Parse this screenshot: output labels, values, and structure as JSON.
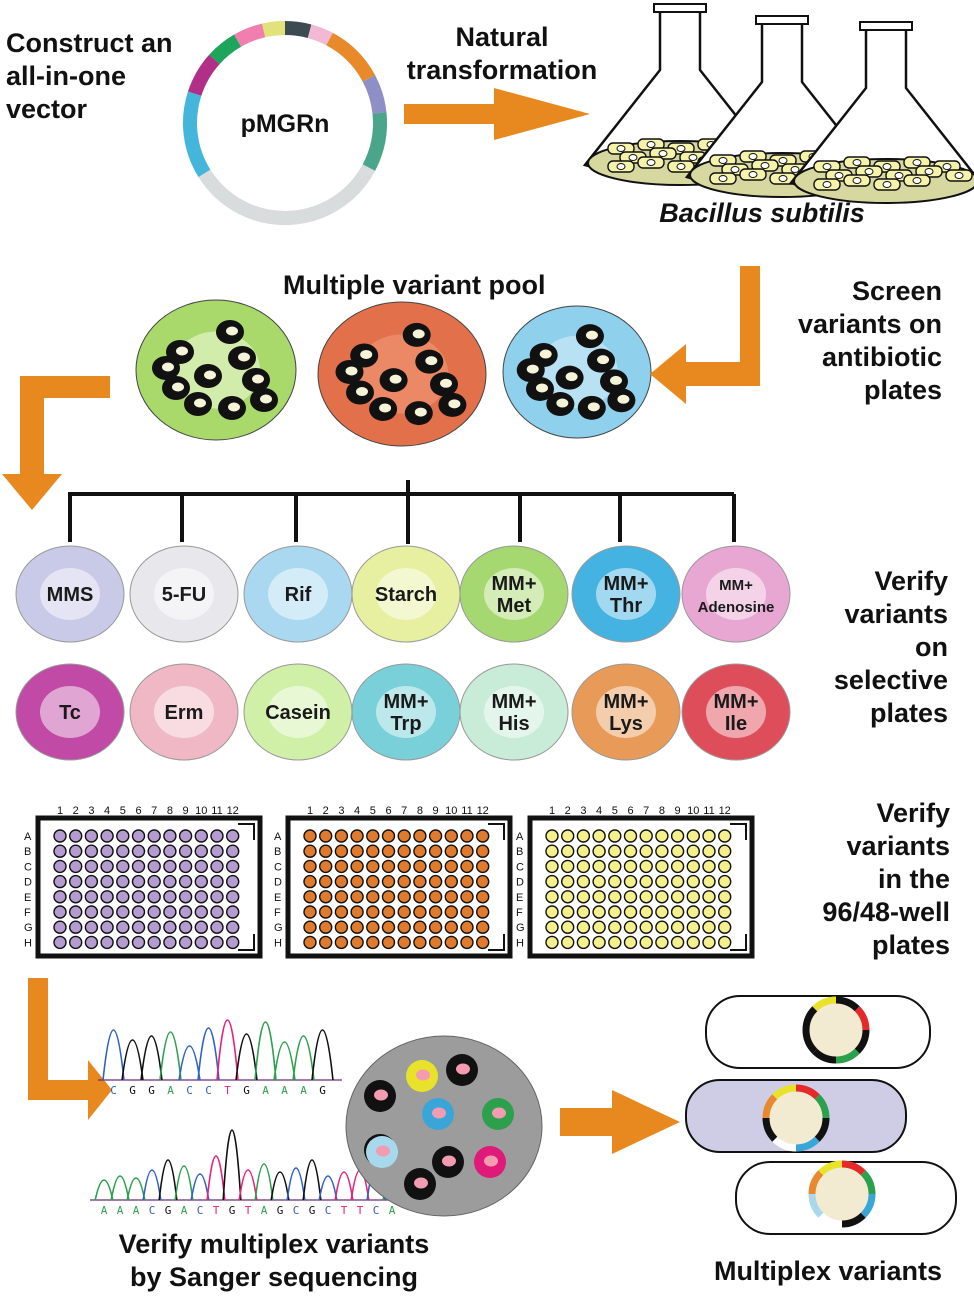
{
  "colors": {
    "arrow": "#e8891f",
    "black": "#111111",
    "flask_liquid": "#d7d7a0",
    "cell_fill": "#f5f3a9"
  },
  "steps": {
    "construct": [
      "Construct an",
      "all-in-one",
      "vector"
    ],
    "plasmid_name": "pMGRn",
    "transformation": [
      "Natural",
      "transformation"
    ],
    "organism": "Bacillus subtilis",
    "pool_title": "Multiple variant  pool",
    "screen": [
      "Screen",
      "variants on",
      "antibiotic",
      "plates"
    ],
    "verify_selective": [
      "Verify",
      "variants",
      "on",
      "selective",
      "plates"
    ],
    "verify_wells": [
      "Verify",
      "variants",
      "in the",
      "96/48-well",
      "plates"
    ],
    "sanger": [
      "Verify multiplex variants",
      "by Sanger sequencing"
    ],
    "multiplex": "Multiplex  variants"
  },
  "plasmid_segments": [
    {
      "color": "#f07fb0"
    },
    {
      "color": "#e2e27a"
    },
    {
      "color": "#3c4a52"
    },
    {
      "color": "#f2b8d6"
    },
    {
      "color": "#e88a2a"
    },
    {
      "color": "#8e8fc4"
    },
    {
      "color": "#4aa58a"
    },
    {
      "color": "#d9dcdc"
    },
    {
      "color": "#44b6dc"
    },
    {
      "color": "#b12f86"
    },
    {
      "color": "#1fa45c"
    }
  ],
  "pool_dishes": [
    {
      "color": "#a8d96a",
      "center": "#eef8d8"
    },
    {
      "color": "#e2704a",
      "center": "#f29a7a"
    },
    {
      "color": "#8fd0ec",
      "center": "#d4eefa"
    }
  ],
  "selective_row1": [
    {
      "label": [
        "MMS"
      ],
      "color": "#c9c9e8"
    },
    {
      "label": [
        "5-FU"
      ],
      "color": "#e8e8ec"
    },
    {
      "label": [
        "Rif"
      ],
      "color": "#a9d8f0"
    },
    {
      "label": [
        "Starch"
      ],
      "color": "#e6f0a0"
    },
    {
      "label": [
        "MM+",
        "Met"
      ],
      "color": "#a6d871"
    },
    {
      "label": [
        "MM+",
        "Thr"
      ],
      "color": "#44b3e1"
    },
    {
      "label": [
        "MM+",
        "Adenosine"
      ],
      "color": "#e8a7d3"
    }
  ],
  "selective_row2": [
    {
      "label": [
        "Tc"
      ],
      "color": "#c04aa6"
    },
    {
      "label": [
        "Erm"
      ],
      "color": "#f0b8c4"
    },
    {
      "label": [
        "Casein"
      ],
      "color": "#d0f0a8"
    },
    {
      "label": [
        "MM+",
        "Trp"
      ],
      "color": "#79d0d9"
    },
    {
      "label": [
        "MM+",
        "His"
      ],
      "color": "#c8ecd8"
    },
    {
      "label": [
        "MM+",
        "Lys"
      ],
      "color": "#e89a58"
    },
    {
      "label": [
        "MM+",
        "Ile"
      ],
      "color": "#de4d5a"
    }
  ],
  "well_plates": {
    "columns": [
      "1",
      "2",
      "3",
      "4",
      "5",
      "6",
      "7",
      "8",
      "9",
      "10",
      "11",
      "12"
    ],
    "rows": [
      "A",
      "B",
      "C",
      "D",
      "E",
      "F",
      "G",
      "H"
    ],
    "plates": [
      {
        "well_color": "#b49bd0",
        "show_rows": true
      },
      {
        "well_color": "#e07a2c",
        "show_rows": true
      },
      {
        "well_color": "#f4f08c",
        "show_rows": true
      }
    ]
  },
  "sequences": {
    "top": [
      "C",
      "G",
      "G",
      "A",
      "C",
      "C",
      "T",
      "G",
      "A",
      "A",
      "A",
      "G"
    ],
    "bottom": [
      "A",
      "A",
      "A",
      "C",
      "G",
      "A",
      "C",
      "T",
      "G",
      "T",
      "A",
      "G",
      "C",
      "G",
      "C",
      "T",
      "T",
      "C",
      "A"
    ]
  },
  "gray_dish": {
    "colonies": [
      {
        "ring": "#111111",
        "center": "#f39bb0"
      },
      {
        "ring": "#e8e22a",
        "center": "#f39bb0"
      },
      {
        "ring": "#111111",
        "center": "#f39bb0"
      },
      {
        "ring": "#111111",
        "center": "#f39bb0"
      },
      {
        "ring": "#3aa6d8",
        "center": "#f39bb0"
      },
      {
        "ring": "#2ca04c",
        "center": "#f39bb0"
      },
      {
        "ring": "#a8d8ec",
        "center": "#f39bb0"
      },
      {
        "ring": "#111111",
        "center": "#f39bb0"
      },
      {
        "ring": "#e01a78",
        "center": "#f39bb0"
      },
      {
        "ring": "#111111",
        "center": "#f39bb0"
      }
    ]
  },
  "cells": [
    {
      "fill": "#ffffff",
      "segments": [
        "#111111",
        "#e52a2a",
        "#111111",
        "#2ca04c",
        "#111111",
        "#111111",
        "#111111",
        "#e8e22a"
      ]
    },
    {
      "fill": "#cfcde6",
      "segments": [
        "#e52a2a",
        "#2ca04c",
        "#111111",
        "#3aa6d8",
        "#ffffff",
        "#111111",
        "#e8892f",
        "#e8e22a"
      ]
    },
    {
      "fill": "#ffffff",
      "segments": [
        "#e52a2a",
        "#2ca04c",
        "#3aa6d8",
        "#111111",
        "#ffffff",
        "#a8d8ec",
        "#e8892f",
        "#e8e22a"
      ]
    }
  ]
}
